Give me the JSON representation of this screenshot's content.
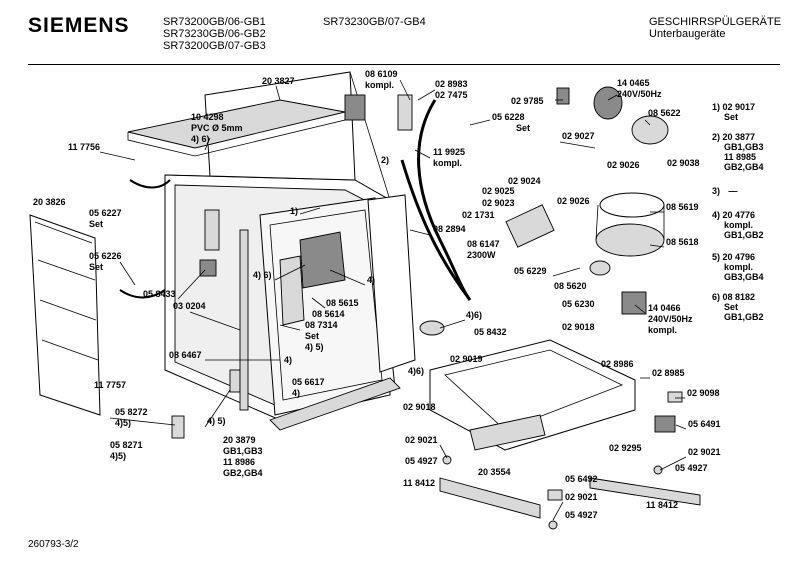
{
  "header": {
    "brand": "SIEMENS",
    "models_col1": [
      "SR73200GB/06-GB1",
      "SR73230GB/06-GB2",
      "SR73200GB/07-GB3"
    ],
    "models_col2": "SR73230GB/07-GB4",
    "category": "GESCHIRRSPÜLGERÄTE",
    "subcategory": "Unterbaugeräte"
  },
  "footer": {
    "doc_code": "260793-3/2"
  },
  "legend": [
    {
      "num": "1)",
      "text": "02 9017",
      "sub": "Set"
    },
    {
      "num": "2)",
      "text": "20 3877",
      "sub": "GB1,GB3",
      "sub2": "11 8985",
      "sub3": "GB2,GB4"
    },
    {
      "num": "3)",
      "text": "—"
    },
    {
      "num": "4)",
      "text": "20 4776",
      "sub": "kompl.",
      "sub2": "GB1,GB2"
    },
    {
      "num": "5)",
      "text": "20 4796",
      "sub": "kompl.",
      "sub2": "GB3,GB4"
    },
    {
      "num": "6)",
      "text": "08 8182",
      "sub": "Set",
      "sub2": "GB1,GB2"
    }
  ],
  "labels": {
    "l203827": "20 3827",
    "l086109": "08 6109",
    "l086109k": "kompl.",
    "l028983": "02 8983",
    "l027475": "02 7475",
    "l029785": "02 9785",
    "l140465": "14 0465",
    "l140465v": "240V/50Hz",
    "l085622": "08 5622",
    "l104298": "10 4298",
    "l104298p": "PVC Ø 5mm",
    "l104298n": "4) 6)",
    "l056228": "05 6228",
    "l056228s": "Set",
    "l029027": "02 9027",
    "l029026a": "02 9026",
    "l029038": "02 9038",
    "l117756": "11 7756",
    "l119925": "11 9925",
    "l119925k": "kompl.",
    "l2a": "2)",
    "l029024": "02 9024",
    "l029025": "02 9025",
    "l029026b": "02 9026",
    "l029023": "02 9023",
    "l021731": "02 1731",
    "l085619": "08 5619",
    "l203826": "20 3826",
    "l056227": "05 6227",
    "l056227s": "Set",
    "l1a": "1)",
    "l082894": "08 2894",
    "l086147": "08 6147",
    "l086147w": "2300W",
    "l085618": "08 5618",
    "l056226": "05 6226",
    "l056226s": "Set",
    "l46a": "4) 6)",
    "l4a": "4)",
    "l056229": "05 6229",
    "l085620": "08 5620",
    "l058433": "05 8433",
    "l085615": "08 5615",
    "l085614": "08 5614",
    "l056230": "05 6230",
    "l140466": "14 0466",
    "l140466v": "240V/50Hz",
    "l140466k": "kompl.",
    "l030204": "03 0204",
    "l087314": "08 7314",
    "l087314s": "Set",
    "l45a": "4) 5)",
    "l46b": "4)6)",
    "l058432": "05 8432",
    "l029018a": "02 9018",
    "l086467": "08 6467",
    "l4b": "4)",
    "l029019": "02 9019",
    "l028986": "02 8986",
    "l117757": "11 7757",
    "l056617": "05 6617",
    "l4c": "4)",
    "l46c": "4)6)",
    "l028985": "02 8985",
    "l058272": "05 8272",
    "l058272n": "4)5)",
    "l45b": "4) 5)",
    "l029018b": "02 9018",
    "l029098": "02 9098",
    "l058271": "05 8271",
    "l058271n": "4)5)",
    "l203879": "20 3879",
    "l203879a": "GB1,GB3",
    "l203879b": "11 8986",
    "l203879c": "GB2,GB4",
    "l056491": "05 6491",
    "l029021a": "02 9021",
    "l029295": "02 9295",
    "l029021b": "02 9021",
    "l054927a": "05 4927",
    "l203554": "20 3554",
    "l056492": "05 6492",
    "l054927b": "05 4927",
    "l118412a": "11 8412",
    "l029021c": "02 9021",
    "l118412b": "11 8412",
    "l054927c": "05 4927"
  }
}
